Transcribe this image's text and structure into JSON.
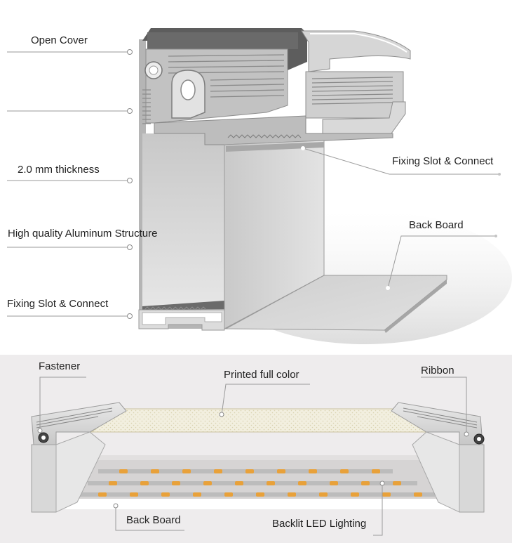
{
  "top_labels": {
    "open_cover": "Open Cover",
    "thickness": "2.0 mm thickness",
    "aluminum": "High quality Aluminum Structure",
    "fixing_left": "Fixing Slot & Connect",
    "fixing_right": "Fixing Slot & Connect",
    "back_board": "Back Board"
  },
  "bottom_labels": {
    "fastener": "Fastener",
    "printed": "Printed full color",
    "ribbon": "Ribbon",
    "back_board": "Back Board",
    "led": "Backlit LED Lighting"
  },
  "colors": {
    "profile_light": "#dcdcdc",
    "profile_mid": "#b9b9b9",
    "profile_dark": "#5d5d5d",
    "led_amber": "#e8a13a",
    "line": "#8a8a8a",
    "panel_bg": "#eeeced"
  }
}
